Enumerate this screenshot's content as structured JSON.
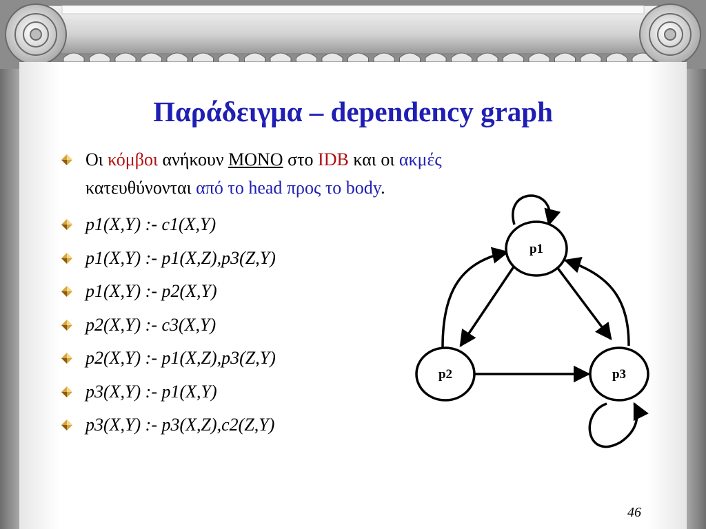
{
  "title": "Παράδειγμα – dependency graph",
  "intro": {
    "line1": {
      "p1": "Οι ",
      "nodes": "κόμβοι",
      "p2": " ανήκουν ",
      "mono": "ΜΟΝΟ",
      "p3": " στο ",
      "idb": "IDB",
      "p4": " και οι ",
      "edges": "ακμές"
    },
    "line2": {
      "p1": "κατευθύνονται ",
      "direction": "από το head προς το body",
      "p2": "."
    }
  },
  "rules": [
    "p1(X,Y) :- c1(X,Y)",
    "p1(X,Y) :- p1(X,Z),p3(Z,Y)",
    "p1(X,Y) :- p2(X,Y)",
    "p2(X,Y) :- c3(X,Y)",
    "p2(X,Y) :- p1(X,Z),p3(Z,Y)",
    "p3(X,Y) :- p1(X,Y)",
    "p3(X,Y) :- p3(X,Z),c2(Z,Y)"
  ],
  "graph": {
    "nodes": [
      "p1",
      "p2",
      "p3"
    ],
    "edges": [
      [
        "p1",
        "p1"
      ],
      [
        "p1",
        "p2"
      ],
      [
        "p1",
        "p3"
      ],
      [
        "p2",
        "p1"
      ],
      [
        "p2",
        "p3"
      ],
      [
        "p3",
        "p1"
      ],
      [
        "p3",
        "p3"
      ]
    ]
  },
  "page_number": "46",
  "colors": {
    "title": "#1f1fb4",
    "highlight_red": "#b10f0f",
    "highlight_blue": "#1f1fb4"
  }
}
